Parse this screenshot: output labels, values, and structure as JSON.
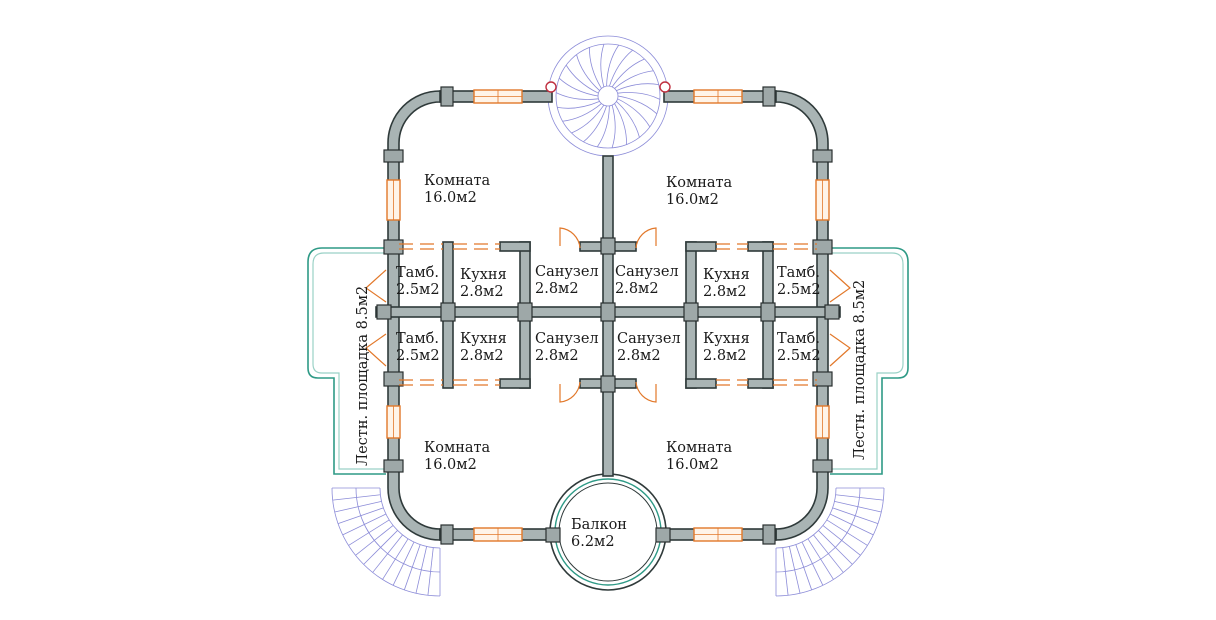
{
  "rooms": {
    "room_nw": {
      "name": "Комната",
      "area": "16.0м2"
    },
    "room_ne": {
      "name": "Комната",
      "area": "16.0м2"
    },
    "room_sw": {
      "name": "Комната",
      "area": "16.0м2"
    },
    "room_se": {
      "name": "Комната",
      "area": "16.0м2"
    },
    "row1": [
      {
        "name": "Тамб.",
        "area": "2.5м2"
      },
      {
        "name": "Кухня",
        "area": "2.8м2"
      },
      {
        "name": "Санузел",
        "area": "2.8м2"
      },
      {
        "name": "Санузел",
        "area": "2.8м2"
      },
      {
        "name": "Кухня",
        "area": "2.8м2"
      },
      {
        "name": "Тамб.",
        "area": "2.5м2"
      }
    ],
    "row2": [
      {
        "name": "Тамб.",
        "area": "2.5м2"
      },
      {
        "name": "Кухня",
        "area": "2.8м2"
      },
      {
        "name": "Санузел",
        "area": "2.8м2"
      },
      {
        "name": "Санузел",
        "area": "2.8м2"
      },
      {
        "name": "Кухня",
        "area": "2.8м2"
      },
      {
        "name": "Тамб.",
        "area": "2.5м2"
      }
    ],
    "balcony": {
      "name": "Балкон",
      "area": "6.2м2"
    },
    "landing_left": "Лестн. площадка 8.5м2",
    "landing_right": "Лестн. площадка 8.5м2"
  },
  "colors": {
    "wall": "#a9b4b4",
    "window": "#e2782a",
    "stair": "#8c8cd8",
    "landing": "#2e9a86"
  }
}
